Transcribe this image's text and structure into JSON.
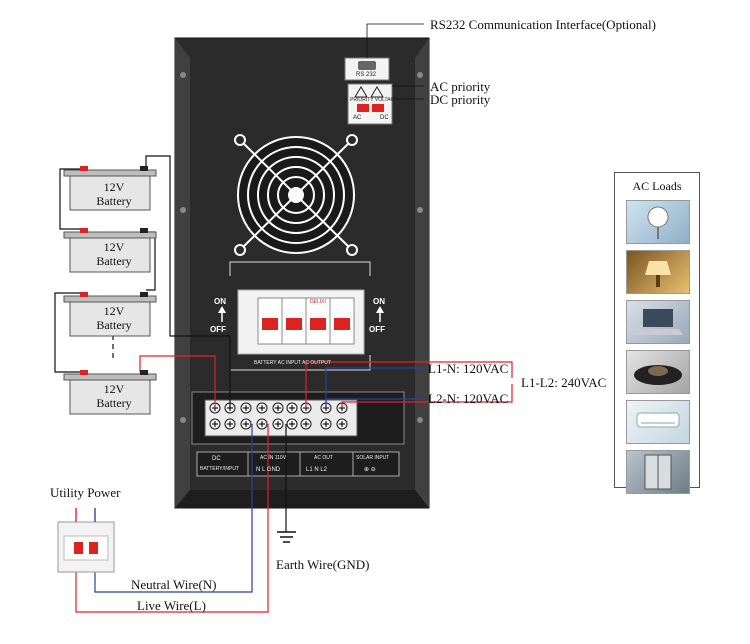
{
  "labels": {
    "rs232_interface": "RS232 Communication Interface(Optional)",
    "ac_priority": "AC priority",
    "dc_priority": "DC priority",
    "l1n": "L1-N: 120VAC",
    "l2n": "L2-N: 120VAC",
    "l1l2": "L1-L2: 240VAC",
    "utility_power": "Utility Power",
    "neutral_wire": "Neutral Wire(N)",
    "live_wire": "Live Wire(L)",
    "earth_wire": "Earth Wire(GND)",
    "ac_loads": "AC Loads"
  },
  "batteries": [
    {
      "voltage": "12V",
      "name": "Battery"
    },
    {
      "voltage": "12V",
      "name": "Battery"
    },
    {
      "voltage": "12V",
      "name": "Battery"
    },
    {
      "voltage": "12V",
      "name": "Battery"
    }
  ],
  "inverter": {
    "rs232_port": "RS 232",
    "priority_switch_caption": "PRIORITY VOLTAGE",
    "ac_tag": "AC",
    "dc_tag": "DC",
    "on": "ON",
    "off": "OFF",
    "breaker_caption": "BATTERY    AC INPUT    AC OUTPUT",
    "breaker_brand": "DELIXI",
    "terminal_groups": [
      {
        "title": "DC",
        "sub": "BATTERY/INPUT"
      },
      {
        "title": "AC IN 110V",
        "sub": "N   L   GND"
      },
      {
        "title": "AC OUT",
        "sub": "L1  N  L2"
      },
      {
        "title": "SOLAR INPUT",
        "sub": "⊕  ⊖"
      }
    ]
  },
  "ac_loads": [
    {
      "icon": "fan-icon"
    },
    {
      "icon": "lamp-icon"
    },
    {
      "icon": "laptop-icon"
    },
    {
      "icon": "cooktop-icon"
    },
    {
      "icon": "air-conditioner-icon"
    },
    {
      "icon": "refrigerator-icon"
    }
  ],
  "colors": {
    "red_wire": "#e0202a",
    "blue_wire": "#2a3f9c",
    "black_wire": "#111111",
    "inverter_body": "#2b2b2b"
  }
}
